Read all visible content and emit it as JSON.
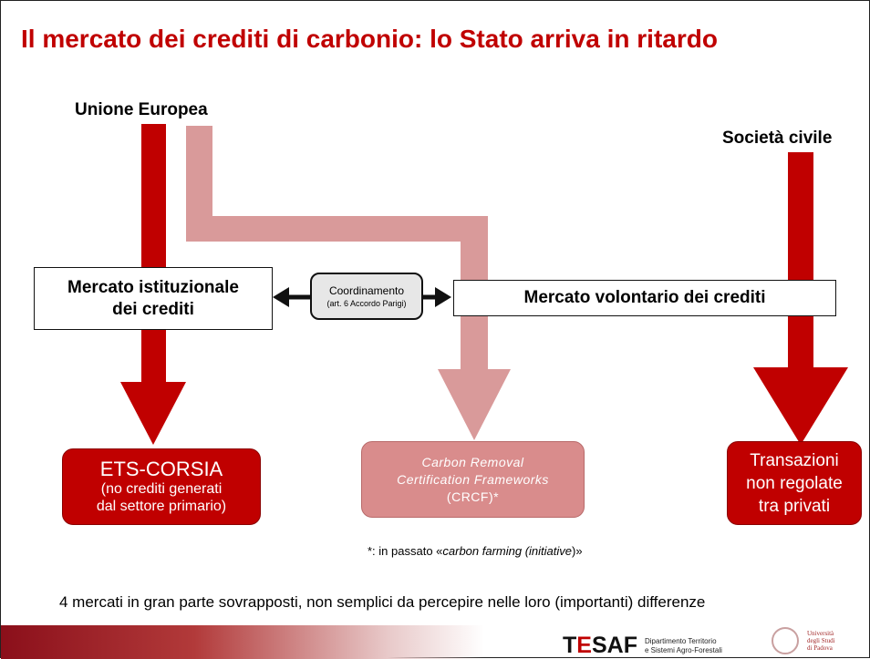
{
  "title": "Il mercato dei crediti di carbonio: lo Stato arriva in ritardo",
  "sources": {
    "left": "Unione Europea",
    "right": "Società civile"
  },
  "markets": {
    "institutional_line1": "Mercato istituzionale",
    "institutional_line2": "dei crediti",
    "voluntary": "Mercato volontario dei crediti"
  },
  "coordination": {
    "line1": "Coordinamento",
    "line2": "(art. 6 Accordo Parigi)"
  },
  "outcomes": {
    "ets": {
      "title": "ETS-CORSIA",
      "line1": "(no crediti generati",
      "line2": "dal settore primario)"
    },
    "crcf": {
      "line1": "Carbon Removal",
      "line2": "Certification Frameworks",
      "line3": "(CRCF)*"
    },
    "private": {
      "line1": "Transazioni",
      "line2": "non regolate",
      "line3": "tra privati"
    }
  },
  "footnote": {
    "prefix": "*: in passato «",
    "italic": "carbon farming (initiative",
    "suffix": ")»"
  },
  "summary": "4 mercati in gran parte sovrapposti, non semplici da percepire nelle loro (importanti) differenze",
  "footer": {
    "tesaf_t": "T",
    "tesaf_e": "E",
    "tesaf_rest": "SAF",
    "dept_line1": "Dipartimento Territorio",
    "dept_line2": "e Sistemi Agro-Forestali",
    "univ_line1": "Università",
    "univ_line2": "degli Studi",
    "univ_line3": "di Padova"
  },
  "colors": {
    "title_red": "#c00000",
    "arrow_dark": "#c00000",
    "arrow_light": "#d99a9a",
    "crcf_fill": "#d98c8c"
  }
}
